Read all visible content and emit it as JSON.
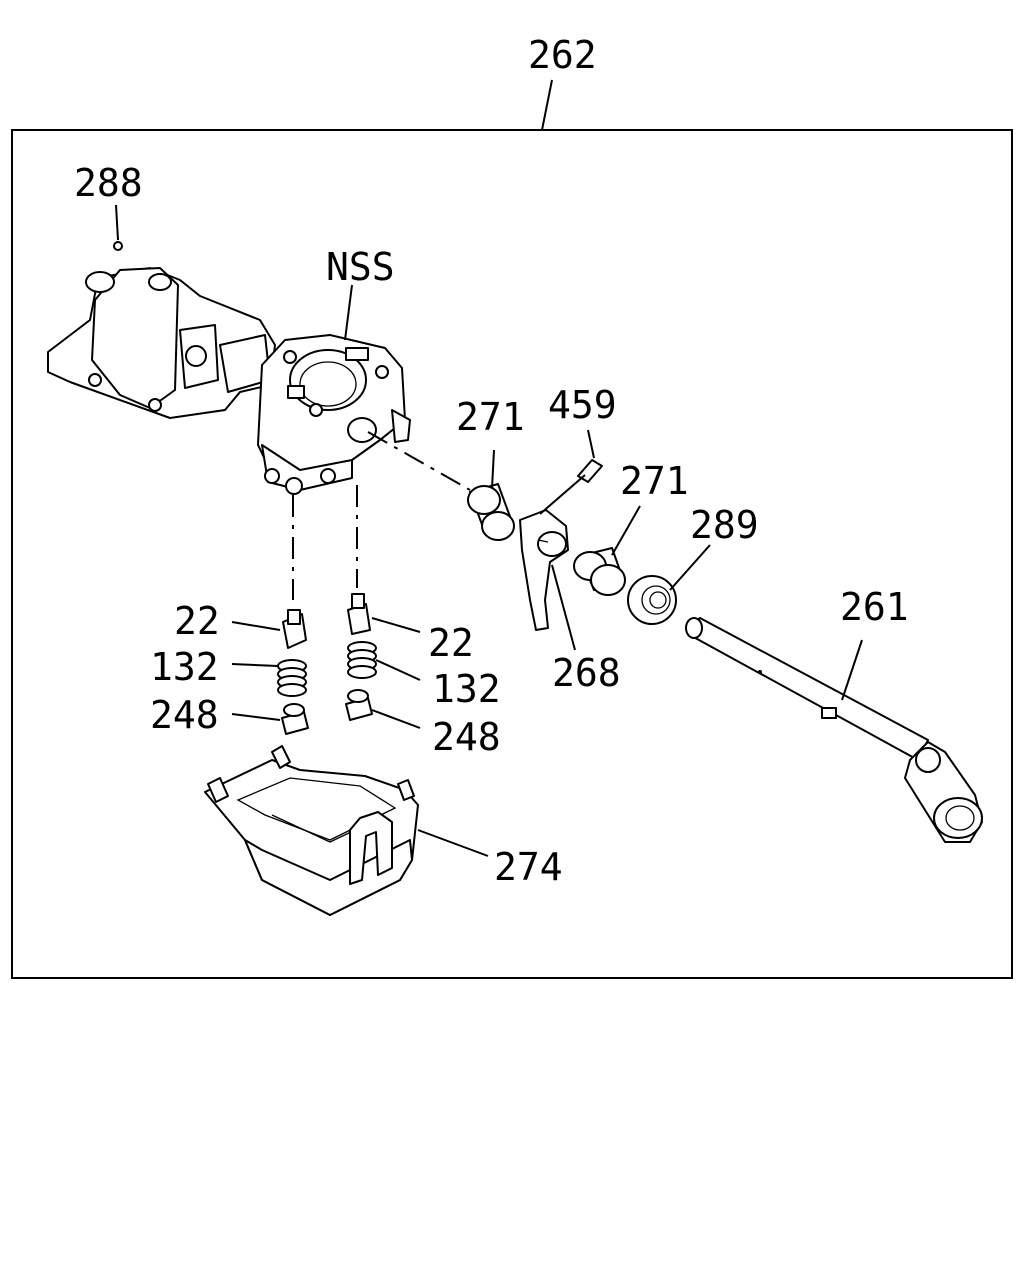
{
  "diagram": {
    "callouts": {
      "assembly": "262",
      "plug": "288",
      "nss": "NSS",
      "bushing_left": "271",
      "pin": "459",
      "bushing_right": "271",
      "bearing": "289",
      "shaft": "261",
      "lever": "268",
      "detent_left": "22",
      "spring_left": "132",
      "plug_left": "248",
      "detent_right": "22",
      "spring_right": "132",
      "plug_right": "248",
      "cover": "274"
    }
  }
}
